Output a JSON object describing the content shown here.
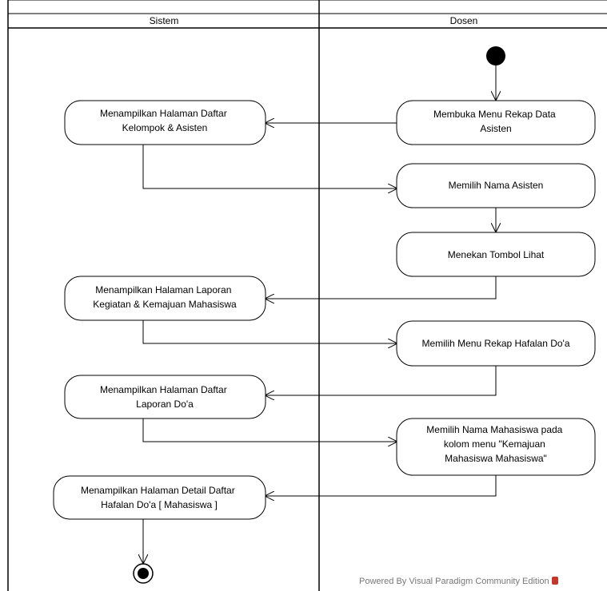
{
  "swimlanes": {
    "left": "Sistem",
    "right": "Dosen"
  },
  "nodes": {
    "tampil_kelompok": [
      "Menampilkan Halaman Daftar",
      "Kelompok & Asisten"
    ],
    "buka_menu": [
      "Membuka Menu Rekap Data",
      "Asisten"
    ],
    "pilih_asisten": [
      "Memilih Nama Asisten"
    ],
    "tekan_lihat": [
      "Menekan Tombol Lihat"
    ],
    "tampil_laporan": [
      "Menampilkan Halaman Laporan",
      "Kegiatan & Kemajuan Mahasiswa"
    ],
    "pilih_rekap": [
      "Memilih Menu Rekap Hafalan Do'a"
    ],
    "tampil_doa": [
      "Menampilkan Halaman Daftar",
      "Laporan Do'a"
    ],
    "pilih_mahasiswa": [
      "Memilih Nama Mahasiswa pada",
      "kolom menu \"Kemajuan",
      "Mahasiswa Mahasiswa\""
    ],
    "tampil_detail": [
      "Menampilkan Halaman Detail Daftar",
      "Hafalan Do'a [ Mahasiswa ]"
    ]
  },
  "footer": "Powered By  Visual Paradigm Community Edition",
  "colors": {
    "line": "#000000",
    "node_fill": "#ffffff",
    "footer_text": "#777777"
  }
}
